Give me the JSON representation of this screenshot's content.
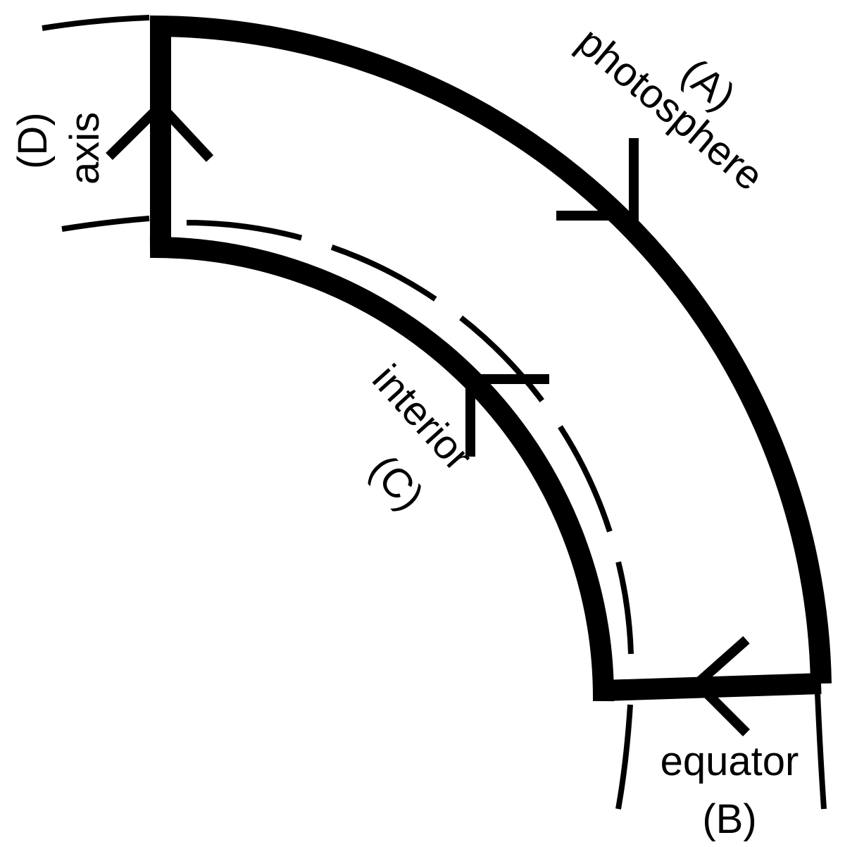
{
  "labels": {
    "photosphere": "photosphere",
    "photosphere_tag": "(A)",
    "equator": "equator",
    "equator_tag": "(B)",
    "interior": "interior",
    "interior_tag": "(C)",
    "axis": "axis",
    "axis_tag": "(D)"
  },
  "colors": {
    "ink": "#000000",
    "background": "#ffffff"
  }
}
